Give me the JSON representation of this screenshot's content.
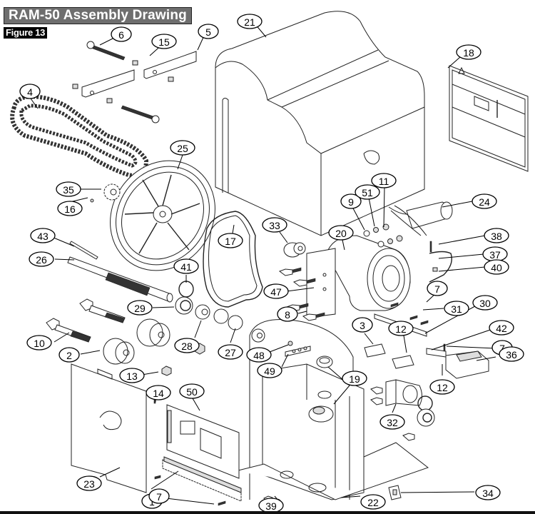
{
  "header": {
    "title": "RAM-50 Assembly Drawing",
    "figure_label": "Figure 13"
  },
  "parts": {
    "chain": "4",
    "bolt_top": "6",
    "nut_top": "15",
    "bracket_bar": "5",
    "cover": "21",
    "warning_label": "18",
    "pulley_large": "25",
    "sprocket": "35",
    "set_screw_sprocket": "16",
    "key": "43",
    "shaft": "26",
    "retaining_ring": "41",
    "bearing": "29",
    "collar": "28",
    "lock_nut": "27",
    "belt": "17",
    "motor_pulley": "33",
    "motor": "20",
    "washer": "9",
    "lock_washer": "51",
    "nut_motor": "11",
    "capacitor": "24",
    "bolt_capacitor": "38",
    "capacitor_clamp": "37",
    "nut_clamp": "40",
    "motor_bracket": "47",
    "screw_a": "7",
    "screw_b": "31",
    "bolt_motor": "8",
    "switch_bracket": "30",
    "bolt_long": "10",
    "roller": "2",
    "nut_hex": "13",
    "limit_switch": "3",
    "micro_switch": "12",
    "actuator_arm": "42",
    "screw_c": "7",
    "solenoid": "36",
    "micro_switch_b": "12",
    "grommet_screw": "48",
    "terminal_strip": "49",
    "bushing": "19",
    "bearing_bracket": "32",
    "access_panel": "23",
    "screw_panel": "14",
    "control_board": "50",
    "terminal_block": "1",
    "screw_d": "7",
    "strain_relief": "39",
    "chassis": "22",
    "rocker_switch": "34"
  }
}
